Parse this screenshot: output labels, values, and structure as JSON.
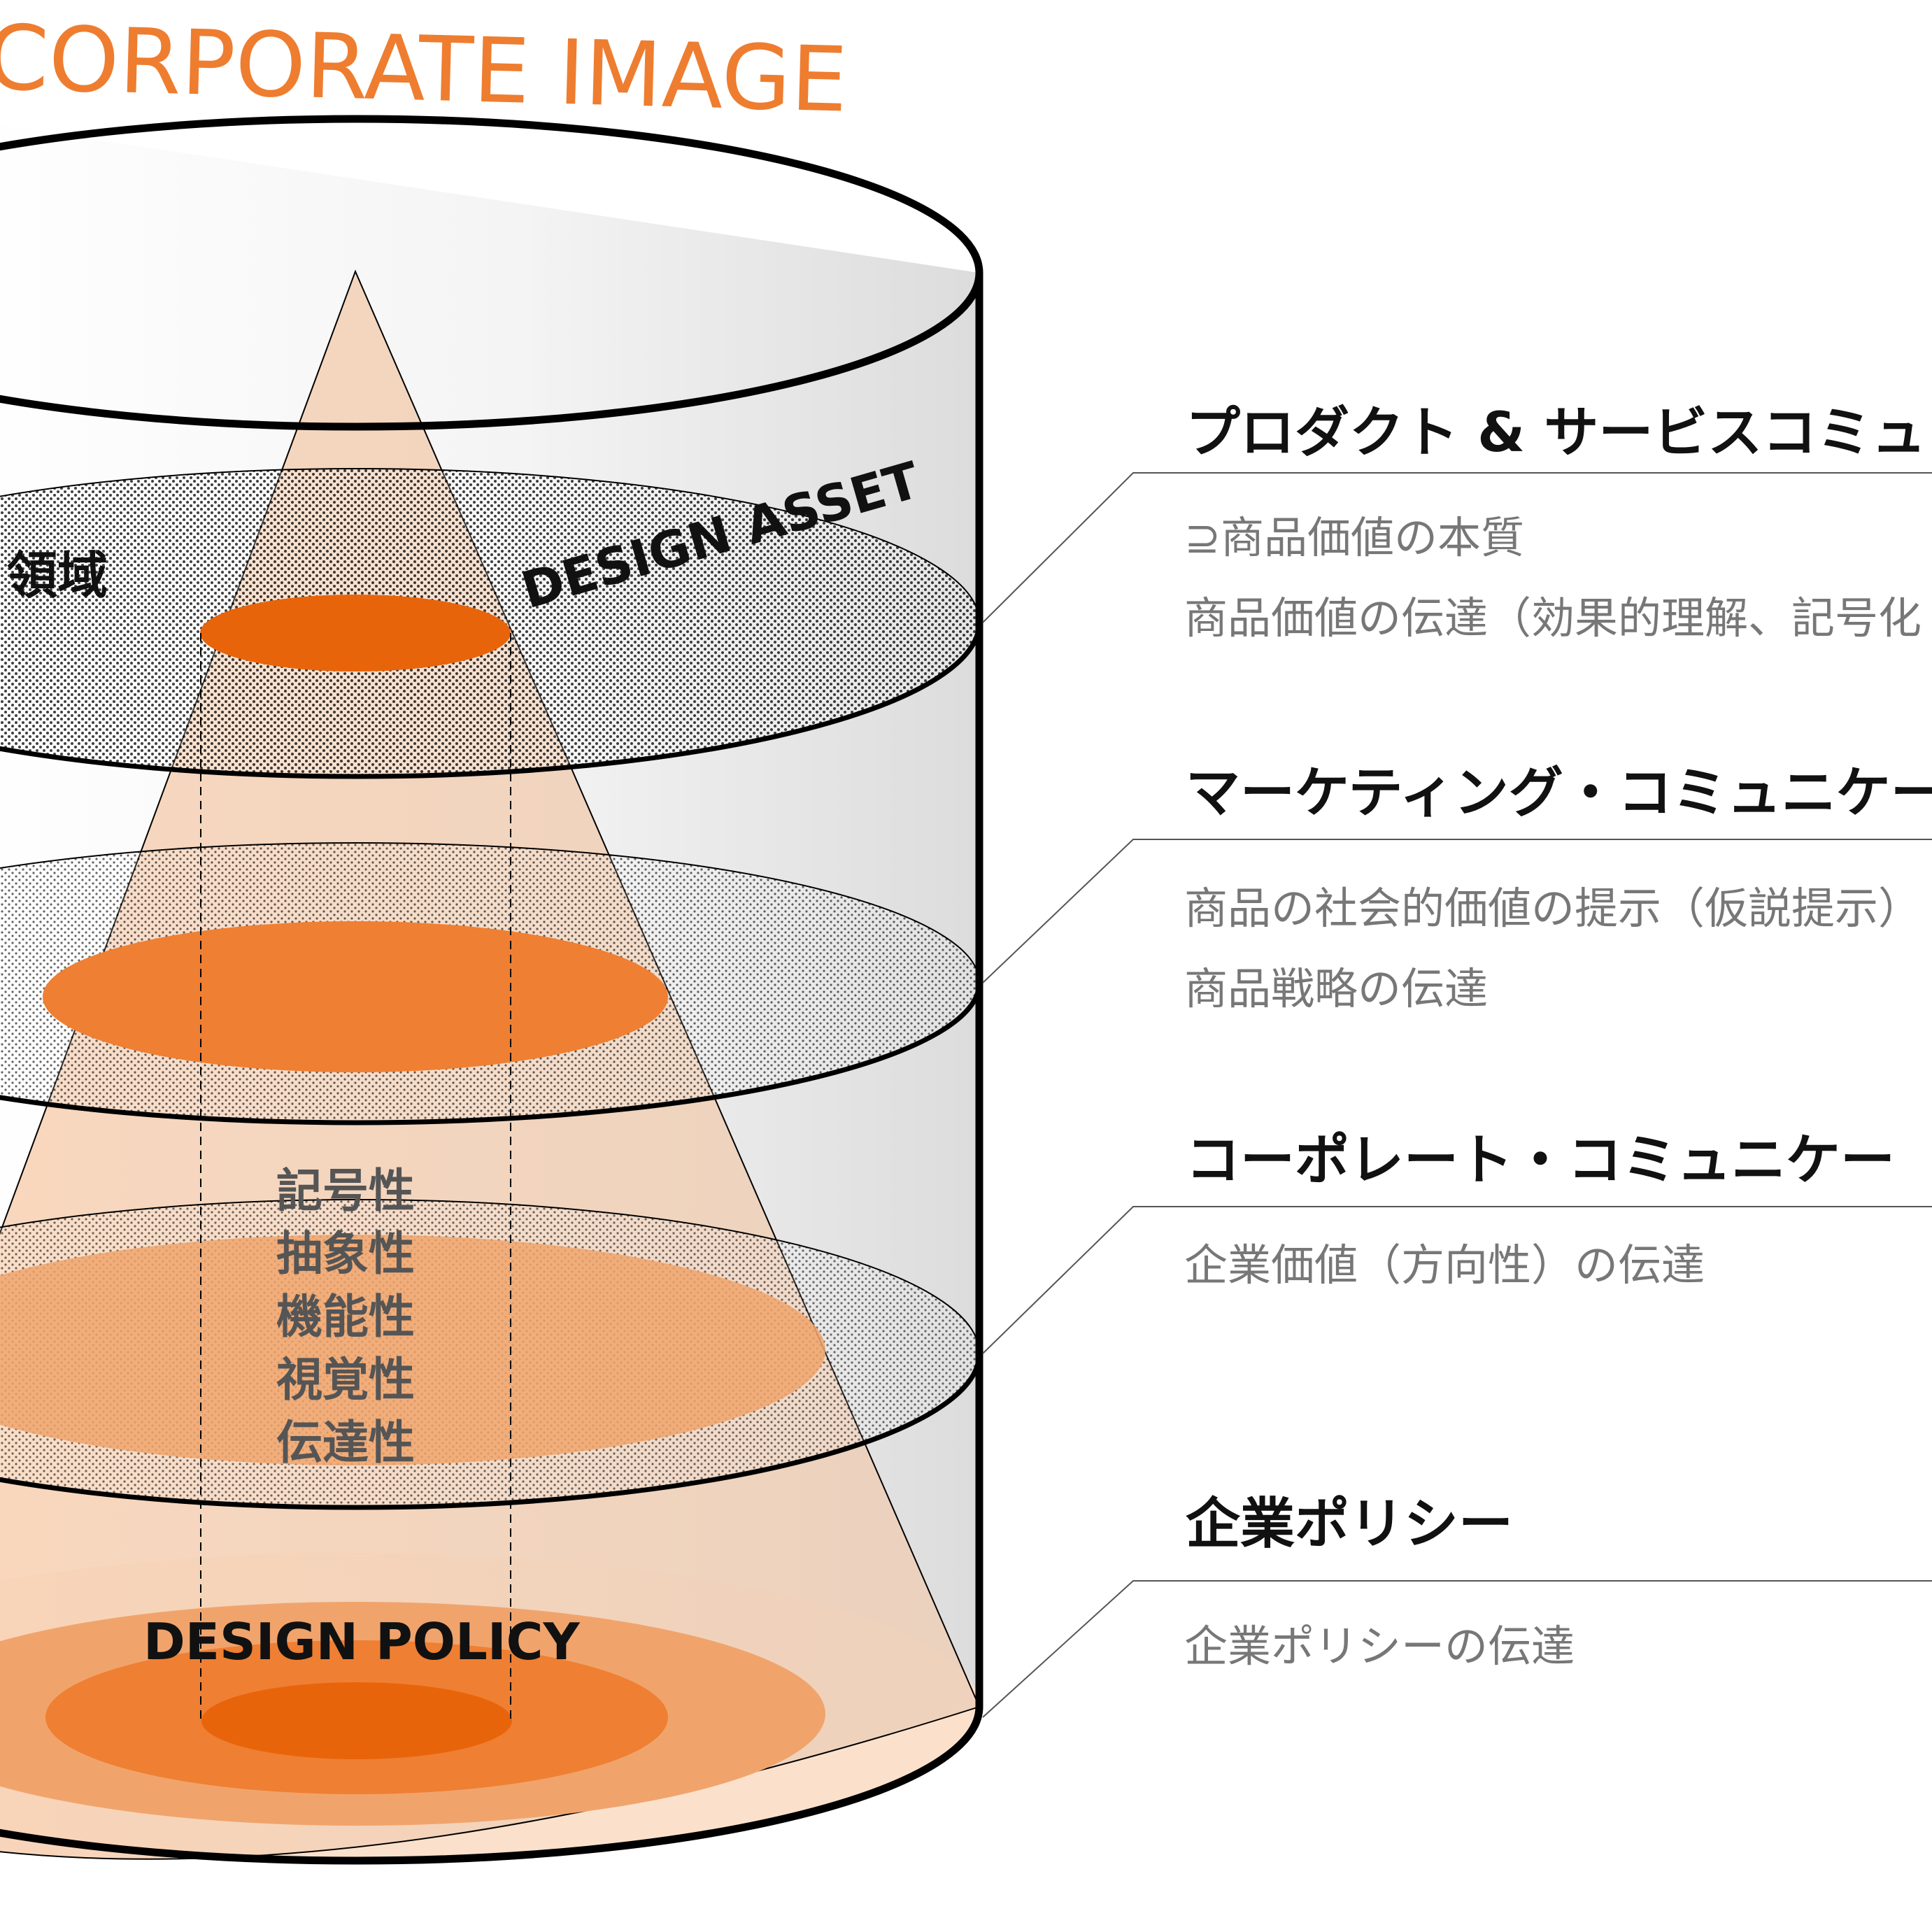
{
  "title": "CORPORATE IMAGE",
  "left_partial_label": "領域",
  "asset_label": "DESIGN ASSET",
  "policy_label": "DESIGN POLICY",
  "cone_attributes": [
    "記号性",
    "抽象性",
    "機能性",
    "視覚性",
    "伝達性"
  ],
  "layers": [
    {
      "heading": "プロダクト & サービスコミュ",
      "lines": [
        "⊇商品価値の本質",
        "商品価値の伝達（効果的理解、記号化"
      ]
    },
    {
      "heading": "マーケティング・コミュニケー",
      "lines": [
        "商品の社会的価値の提示（仮説提示）",
        "商品戦略の伝達"
      ]
    },
    {
      "heading": "コーポレート・コミュニケー",
      "lines": [
        "企業価値（方向性）の伝達"
      ]
    },
    {
      "heading": "企業ポリシー",
      "lines": [
        "企業ポリシーの伝達"
      ]
    }
  ],
  "colors": {
    "accent": "#ee7d30",
    "deep_orange": "#e8640b",
    "mid_orange": "#ef7f32",
    "light_orange": "#f0a46c",
    "cone_fill": "#f7d9c2",
    "outline": "#000000",
    "heading_text": "#111111",
    "desc_text": "#777777"
  }
}
